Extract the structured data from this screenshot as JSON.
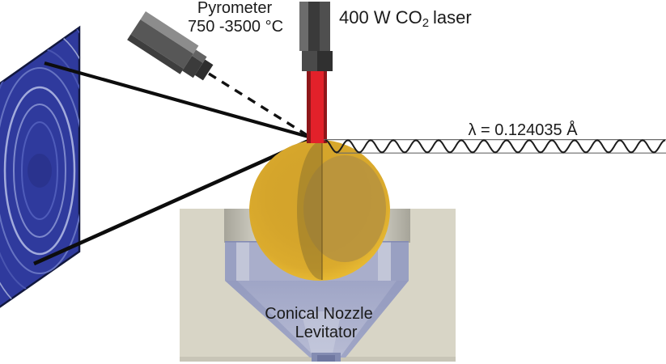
{
  "diagram": {
    "title_hint": "Aerodynamic levitation laser-heating X-ray diffraction setup",
    "pyrometer": {
      "label_line1": "Pyrometer",
      "label_line2": "750 -3500 °C",
      "body_color": "#575757"
    },
    "laser": {
      "label_prefix": "400 W CO",
      "label_subscript": "2",
      "label_suffix": "laser",
      "beam_color": "#e2212a"
    },
    "xray": {
      "wavelength_label": "λ = 0.124035 Å"
    },
    "detector": {
      "screen_color": "#2f3a9d",
      "bright_ring_color": "#a2abdc"
    },
    "sample": {
      "color": "#d5a52b",
      "inner_color": "#b7933f"
    },
    "levitator": {
      "label_line1": "Conical Nozzle",
      "label_line2": "Levitator",
      "block_color": "#d8d5c6",
      "nozzle_color": "#a9aecb"
    }
  }
}
